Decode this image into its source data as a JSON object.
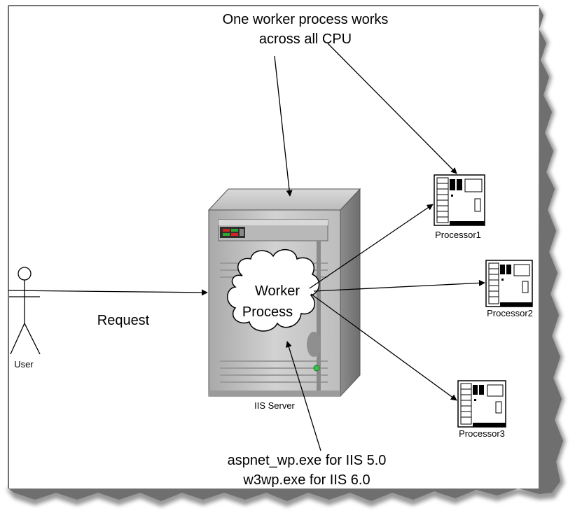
{
  "diagram": {
    "top_annotation": {
      "line1": "One worker process works",
      "line2": "across all CPU"
    },
    "bottom_annotation": {
      "line1": "aspnet_wp.exe for IIS 5.0",
      "line2": "w3wp.exe for IIS 6.0"
    },
    "user_label": "User",
    "request_label": "Request",
    "server_label": "IIS Server",
    "cloud_label": {
      "line1": "Worker",
      "line2": "Process"
    },
    "processors": [
      {
        "label": "Processor1"
      },
      {
        "label": "Processor2"
      },
      {
        "label": "Processor3"
      }
    ]
  }
}
